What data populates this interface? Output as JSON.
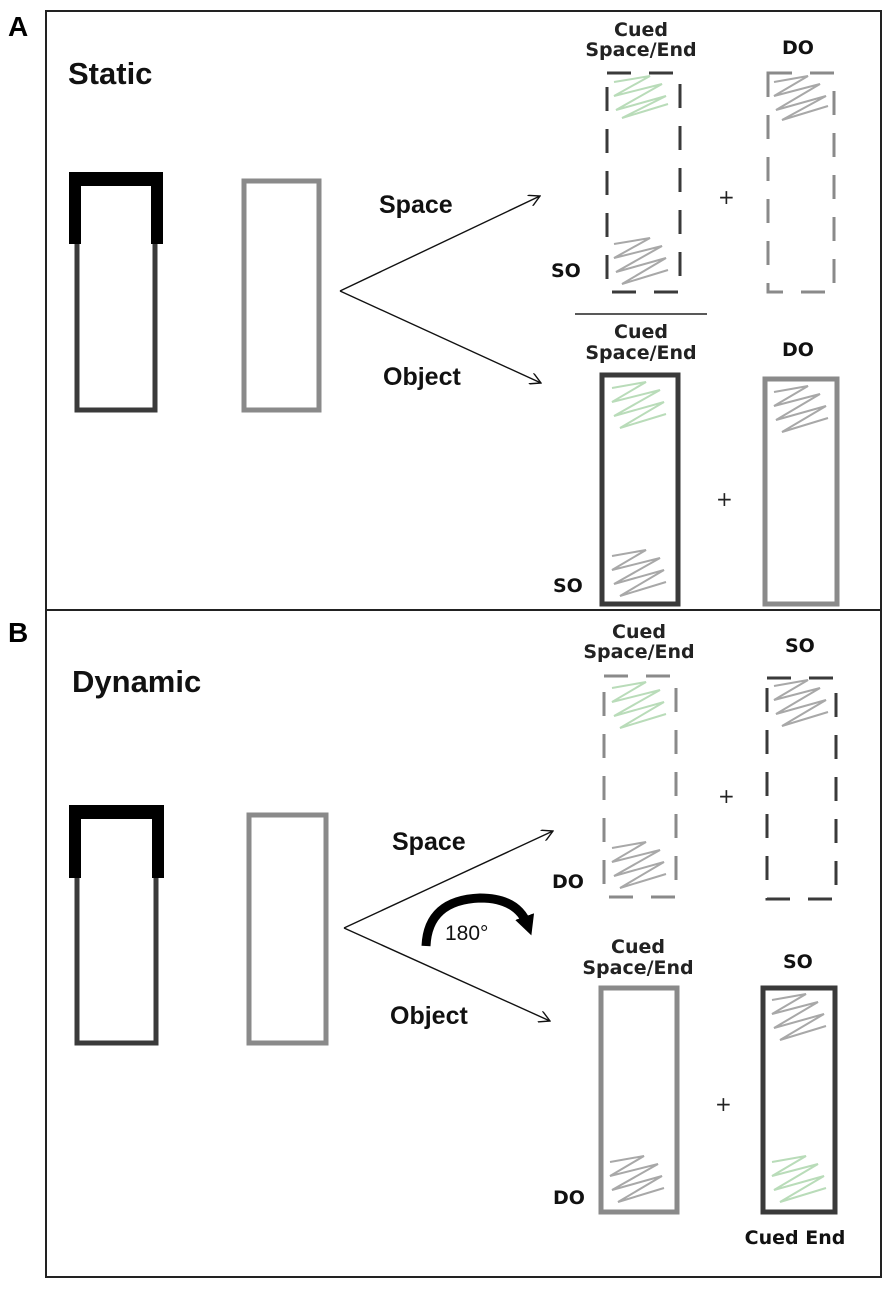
{
  "panels": [
    {
      "letter": "A",
      "title": "Static",
      "routes": {
        "space": "Space",
        "object": "Object"
      },
      "space_outcome": {
        "cued_label": [
          "Cued",
          "Space/End"
        ],
        "other_label": "DO",
        "cued_side_tag": "SO"
      },
      "object_outcome": {
        "cued_label": [
          "Cued",
          "Space/End"
        ],
        "other_label": "DO",
        "cued_side_tag": "SO"
      },
      "plus": "+"
    },
    {
      "letter": "B",
      "title": "Dynamic",
      "routes": {
        "space": "Space",
        "object": "Object"
      },
      "rotation_label": "180°",
      "space_outcome": {
        "cued_label": [
          "Cued",
          "Space/End"
        ],
        "other_label": "SO",
        "cued_side_tag": "DO"
      },
      "object_outcome": {
        "cued_label": [
          "Cued",
          "Space/End"
        ],
        "other_label": "SO",
        "cued_side_tag": "DO",
        "bottom_label": "Cued End"
      },
      "plus": "+"
    }
  ],
  "colors": {
    "dark_frame": "#3a3a3a",
    "black_cue": "#000000",
    "light_frame": "#8a8a8a",
    "target_green": "#b9dcb9",
    "target_gray": "#a8a8a8",
    "border": "#222222"
  }
}
